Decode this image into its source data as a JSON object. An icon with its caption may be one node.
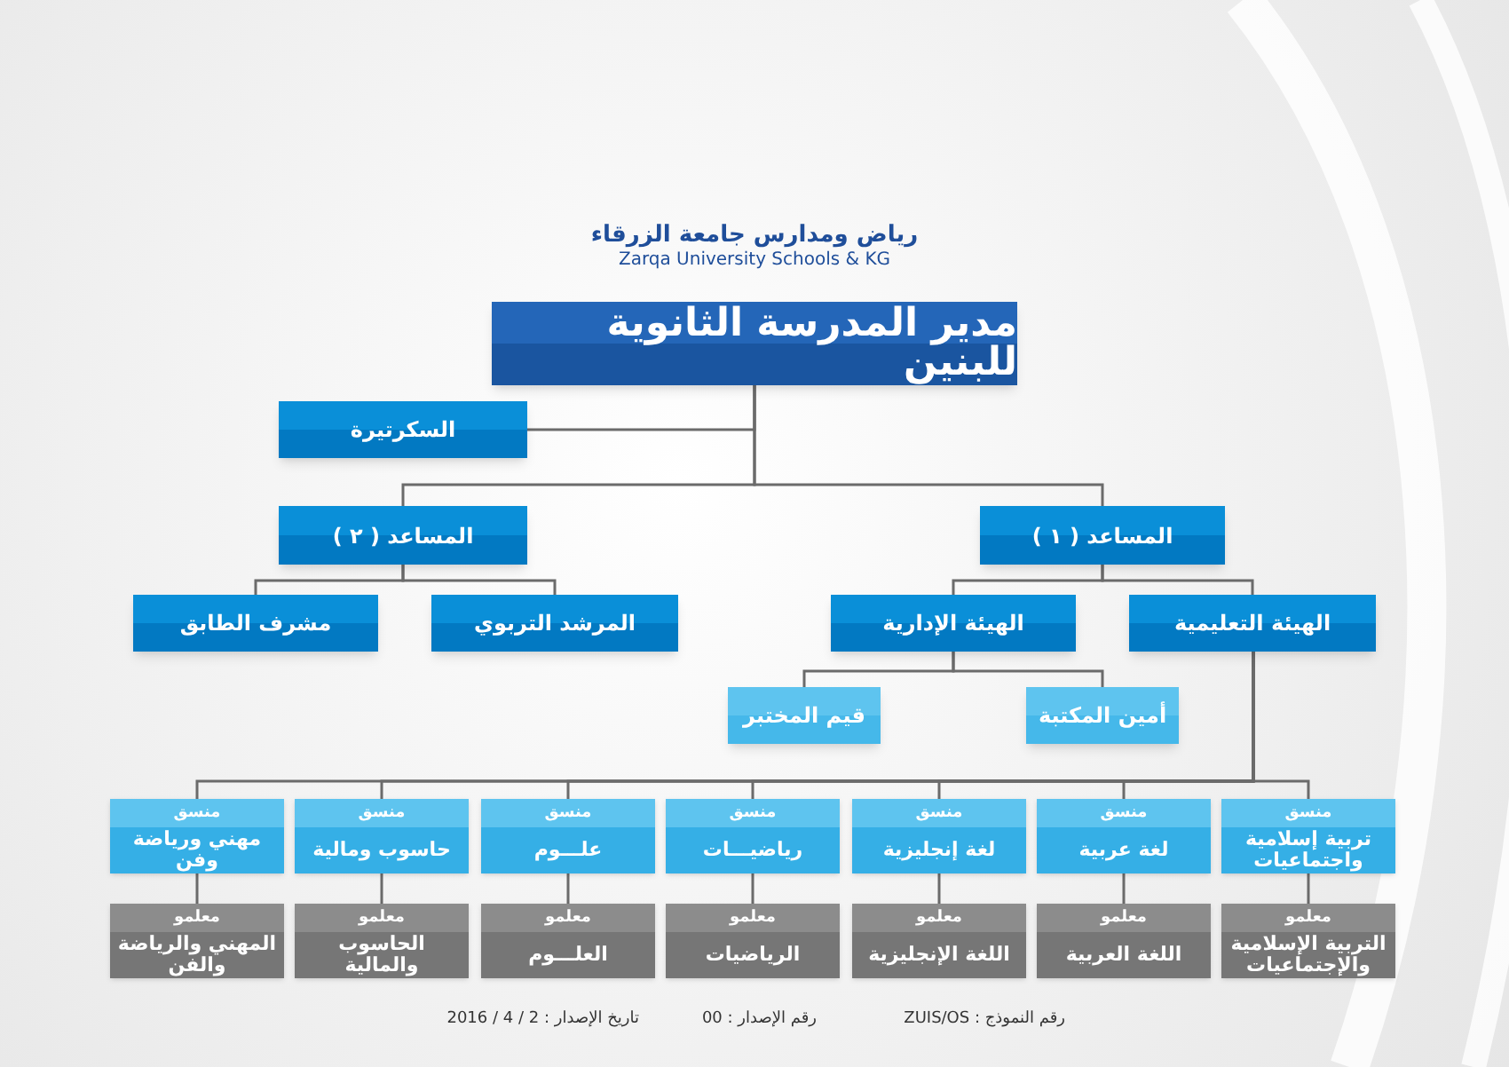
{
  "diagram": {
    "nodes": [
      {
        "text": [
          "مدير المدرسة الثانوية للبنين"
        ]
      },
      {
        "text": [
          "السكرتيرة"
        ]
      },
      {
        "text": [
          "المساعد ( ٢ )"
        ]
      },
      {
        "text": [
          "المساعد ( ١ )"
        ]
      },
      {
        "text": [
          "المرشد التربوي"
        ]
      },
      {
        "text": [
          "مشرف الطابق"
        ]
      },
      {
        "text": [
          "الهيئة التعليمية"
        ]
      },
      {
        "text": [
          "الهيئة الإدارية"
        ]
      },
      {
        "text": [
          "أمين المكتبة"
        ]
      },
      {
        "text": [
          "قيم المختبر"
        ]
      },
      {
        "text": [
          "منسق",
          "تربية إسلامية واجتماعيات"
        ]
      },
      {
        "text": [
          "منسق",
          "لغة عربية"
        ]
      },
      {
        "text": [
          "منسق",
          "لغة إنجليزية"
        ]
      },
      {
        "text": [
          "منسق",
          "رياضيـــات"
        ]
      },
      {
        "text": [
          "منسق",
          "علـــوم"
        ]
      },
      {
        "text": [
          "منسق",
          "حاسوب ومالية"
        ]
      },
      {
        "text": [
          "منسق",
          "مهني ورياضة وفن"
        ]
      },
      {
        "text": [
          "معلمو",
          "التربية الإسلامية والإجتماعيات"
        ]
      },
      {
        "text": [
          "معلمو",
          "اللغة العربية"
        ]
      },
      {
        "text": [
          "معلمو",
          "اللغة الإنجليزية"
        ]
      },
      {
        "text": [
          "معلمو",
          "الرياضيات"
        ]
      },
      {
        "text": [
          "معلمو",
          "العلـــوم"
        ]
      },
      {
        "text": [
          "معلمو",
          "الحاسوب والمالية"
        ]
      },
      {
        "text": [
          "معلمو",
          "المهني والرياضة والفن"
        ]
      }
    ],
    "edges": [
      {
        "from": 0,
        "to": 1,
        "arrow": "none"
      },
      {
        "from": 0,
        "to": 2,
        "arrow": "none"
      },
      {
        "from": 0,
        "to": 3,
        "arrow": "none"
      },
      {
        "from": 2,
        "to": 4,
        "arrow": "none"
      },
      {
        "from": 2,
        "to": 5,
        "arrow": "none"
      },
      {
        "from": 3,
        "to": 6,
        "arrow": "none"
      },
      {
        "from": 3,
        "to": 7,
        "arrow": "none"
      },
      {
        "from": 7,
        "to": 8,
        "arrow": "none"
      },
      {
        "from": 7,
        "to": 9,
        "arrow": "none"
      },
      {
        "from": 6,
        "to": 10,
        "arrow": "none"
      },
      {
        "from": 6,
        "to": 11,
        "arrow": "none"
      },
      {
        "from": 6,
        "to": 12,
        "arrow": "none"
      },
      {
        "from": 6,
        "to": 13,
        "arrow": "none"
      },
      {
        "from": 6,
        "to": 14,
        "arrow": "none"
      },
      {
        "from": 6,
        "to": 15,
        "arrow": "none"
      },
      {
        "from": 6,
        "to": 16,
        "arrow": "none"
      },
      {
        "from": 10,
        "to": 17,
        "arrow": "none"
      },
      {
        "from": 11,
        "to": 18,
        "arrow": "none"
      },
      {
        "from": 12,
        "to": 19,
        "arrow": "none"
      },
      {
        "from": 13,
        "to": 20,
        "arrow": "none"
      },
      {
        "from": 14,
        "to": 21,
        "arrow": "none"
      },
      {
        "from": 15,
        "to": 22,
        "arrow": "none"
      },
      {
        "from": 16,
        "to": 23,
        "arrow": "none"
      }
    ],
    "labels": [
      "رياض ومدارس جامعة الزرقاء",
      "Zarqa University Schools & KG",
      "رقم النموذج : ZUIS/OS",
      "رقم الإصدار : 00",
      "تاريخ الإصدار : 2 / 4 / 2016"
    ]
  }
}
